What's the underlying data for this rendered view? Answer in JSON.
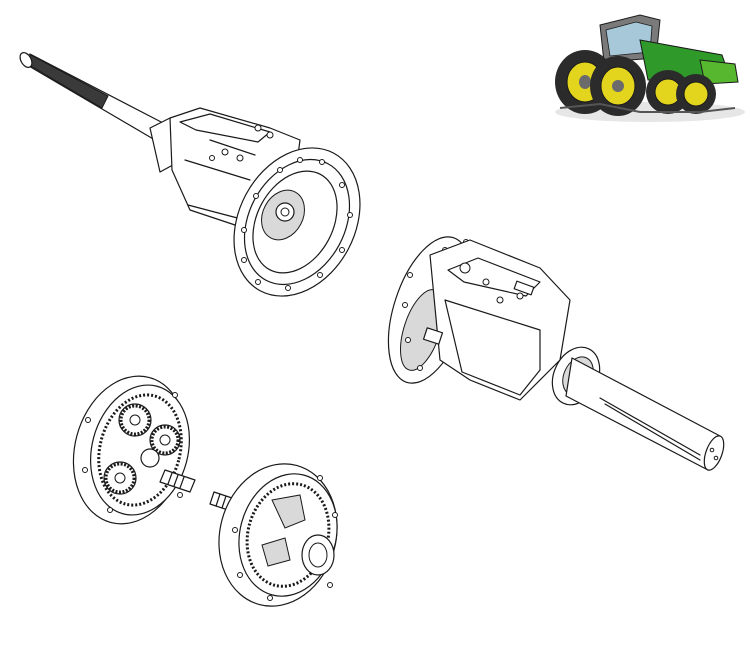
{
  "figure": {
    "parts": [
      {
        "name": "final-drive-housing-with-splined-axle"
      },
      {
        "name": "final-drive-housing-with-plain-axle"
      },
      {
        "name": "planetary-gear-set"
      },
      {
        "name": "planet-carrier-with-shaft"
      }
    ],
    "thumbnail": {
      "subject": "green-tractor-sketch",
      "colors": {
        "body": "#2f9a2a",
        "wheels": "#e3d51e",
        "tires": "#2b2b2b",
        "cab": "#6b6b6b"
      }
    }
  },
  "colors": {
    "line": "#1a1a1a",
    "background": "#ffffff"
  }
}
